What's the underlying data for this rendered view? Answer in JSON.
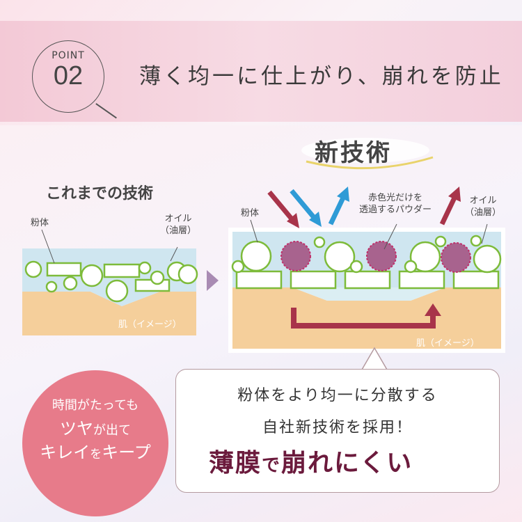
{
  "header": {
    "point_label": "POINT",
    "point_number": "02",
    "headline": "薄く均一に仕上がり、崩れを防止"
  },
  "diagram": {
    "new_tech_title": "新技術",
    "old_tech_title": "これまでの技術",
    "old_labels": {
      "powder": "粉体",
      "oil_line1": "オイル",
      "oil_line2": "（油層）",
      "skin": "肌（イメージ）"
    },
    "new_labels": {
      "powder": "粉体",
      "red_light_line1": "赤色光だけを",
      "red_light_line2": "透過するパウダー",
      "oil_line1": "オイル",
      "oil_line2": "（油層）",
      "skin": "肌（イメージ）"
    }
  },
  "bubble": {
    "line1": "時間がたっても",
    "line2a": "ツヤ",
    "line2b": "が出て",
    "line3a": "キレイ",
    "line3b": "を",
    "line3c": "キープ"
  },
  "callout": {
    "line1": "粉体をより均一に分散する",
    "line2": "自社新技術を採用！",
    "line3a": "薄膜",
    "line3b": "で",
    "line3c": "崩れにくい"
  },
  "colors": {
    "accent": "#e77b8a",
    "oil_layer": "#cfe6f0",
    "skin": "#f5cf9b",
    "powder_outline": "#7dbb3a",
    "red_particle": "#a8638e",
    "dark_red_arrow": "#a8344a",
    "blue_arrow": "#2f9bd6",
    "wine_text": "#6b1a3c"
  }
}
